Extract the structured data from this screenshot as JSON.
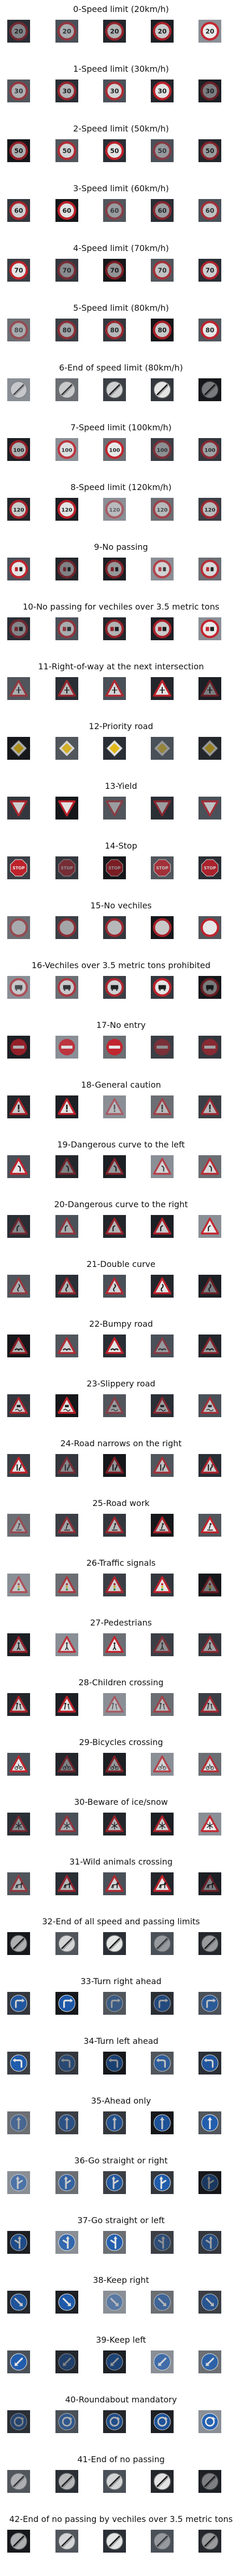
{
  "classes": [
    {
      "title": "0-Speed limit (20km/h)",
      "icon": "speed-limit-20-icon"
    },
    {
      "title": "1-Speed limit (30km/h)",
      "icon": "speed-limit-30-icon"
    },
    {
      "title": "2-Speed limit (50km/h)",
      "icon": "speed-limit-50-icon"
    },
    {
      "title": "3-Speed limit (60km/h)",
      "icon": "speed-limit-60-icon"
    },
    {
      "title": "4-Speed limit (70km/h)",
      "icon": "speed-limit-70-icon"
    },
    {
      "title": "5-Speed limit (80km/h)",
      "icon": "speed-limit-80-icon"
    },
    {
      "title": "6-End of speed limit (80km/h)",
      "icon": "end-speed-limit-icon"
    },
    {
      "title": "7-Speed limit (100km/h)",
      "icon": "speed-limit-100-icon"
    },
    {
      "title": "8-Speed limit (120km/h)",
      "icon": "speed-limit-120-icon"
    },
    {
      "title": "9-No passing",
      "icon": "no-passing-icon"
    },
    {
      "title": "10-No passing for vechiles over 3.5 metric tons",
      "icon": "no-passing-trucks-icon"
    },
    {
      "title": "11-Right-of-way at the next intersection",
      "icon": "right-of-way-icon"
    },
    {
      "title": "12-Priority road",
      "icon": "priority-road-icon"
    },
    {
      "title": "13-Yield",
      "icon": "yield-icon"
    },
    {
      "title": "14-Stop",
      "icon": "stop-icon"
    },
    {
      "title": "15-No vechiles",
      "icon": "no-vehicles-icon"
    },
    {
      "title": "16-Vechiles over 3.5 metric tons prohibited",
      "icon": "trucks-prohibited-icon"
    },
    {
      "title": "17-No entry",
      "icon": "no-entry-icon"
    },
    {
      "title": "18-General caution",
      "icon": "general-caution-icon"
    },
    {
      "title": "19-Dangerous curve to the left",
      "icon": "curve-left-icon"
    },
    {
      "title": "20-Dangerous curve to the right",
      "icon": "curve-right-icon"
    },
    {
      "title": "21-Double curve",
      "icon": "double-curve-icon"
    },
    {
      "title": "22-Bumpy road",
      "icon": "bumpy-road-icon"
    },
    {
      "title": "23-Slippery road",
      "icon": "slippery-road-icon"
    },
    {
      "title": "24-Road narrows on the right",
      "icon": "road-narrows-icon"
    },
    {
      "title": "25-Road work",
      "icon": "road-work-icon"
    },
    {
      "title": "26-Traffic signals",
      "icon": "traffic-signals-icon"
    },
    {
      "title": "27-Pedestrians",
      "icon": "pedestrians-icon"
    },
    {
      "title": "28-Children crossing",
      "icon": "children-crossing-icon"
    },
    {
      "title": "29-Bicycles crossing",
      "icon": "bicycles-crossing-icon"
    },
    {
      "title": "30-Beware of ice/snow",
      "icon": "ice-snow-icon"
    },
    {
      "title": "31-Wild animals crossing",
      "icon": "wild-animals-icon"
    },
    {
      "title": "32-End of all speed and passing limits",
      "icon": "end-all-limits-icon"
    },
    {
      "title": "33-Turn right ahead",
      "icon": "turn-right-ahead-icon"
    },
    {
      "title": "34-Turn left ahead",
      "icon": "turn-left-ahead-icon"
    },
    {
      "title": "35-Ahead only",
      "icon": "ahead-only-icon"
    },
    {
      "title": "36-Go straight or right",
      "icon": "straight-or-right-icon"
    },
    {
      "title": "37-Go straight or left",
      "icon": "straight-or-left-icon"
    },
    {
      "title": "38-Keep right",
      "icon": "keep-right-icon"
    },
    {
      "title": "39-Keep left",
      "icon": "keep-left-icon"
    },
    {
      "title": "40-Roundabout mandatory",
      "icon": "roundabout-icon"
    },
    {
      "title": "41-End of no passing",
      "icon": "end-no-passing-icon"
    },
    {
      "title": "42-End of no passing by vechiles over 3.5 metric tons",
      "icon": "end-no-passing-trucks-icon"
    }
  ],
  "speed_numbers": {
    "0": "20",
    "1": "30",
    "2": "50",
    "3": "60",
    "4": "70",
    "5": "80",
    "7": "100",
    "8": "120"
  },
  "colors": {
    "sign_red": "#c8202a",
    "sign_blue": "#1f5fb4",
    "sign_white": "#f2f2f2",
    "sign_yellow": "#f0c419",
    "ink": "#1a1a1a",
    "backgrounds": [
      "#2a2e35",
      "#1c1f24",
      "#3b3f45",
      "#51565c",
      "#23262b",
      "#6b6f74",
      "#15171a",
      "#4a5058",
      "#8a8f96",
      "#33373d"
    ]
  }
}
